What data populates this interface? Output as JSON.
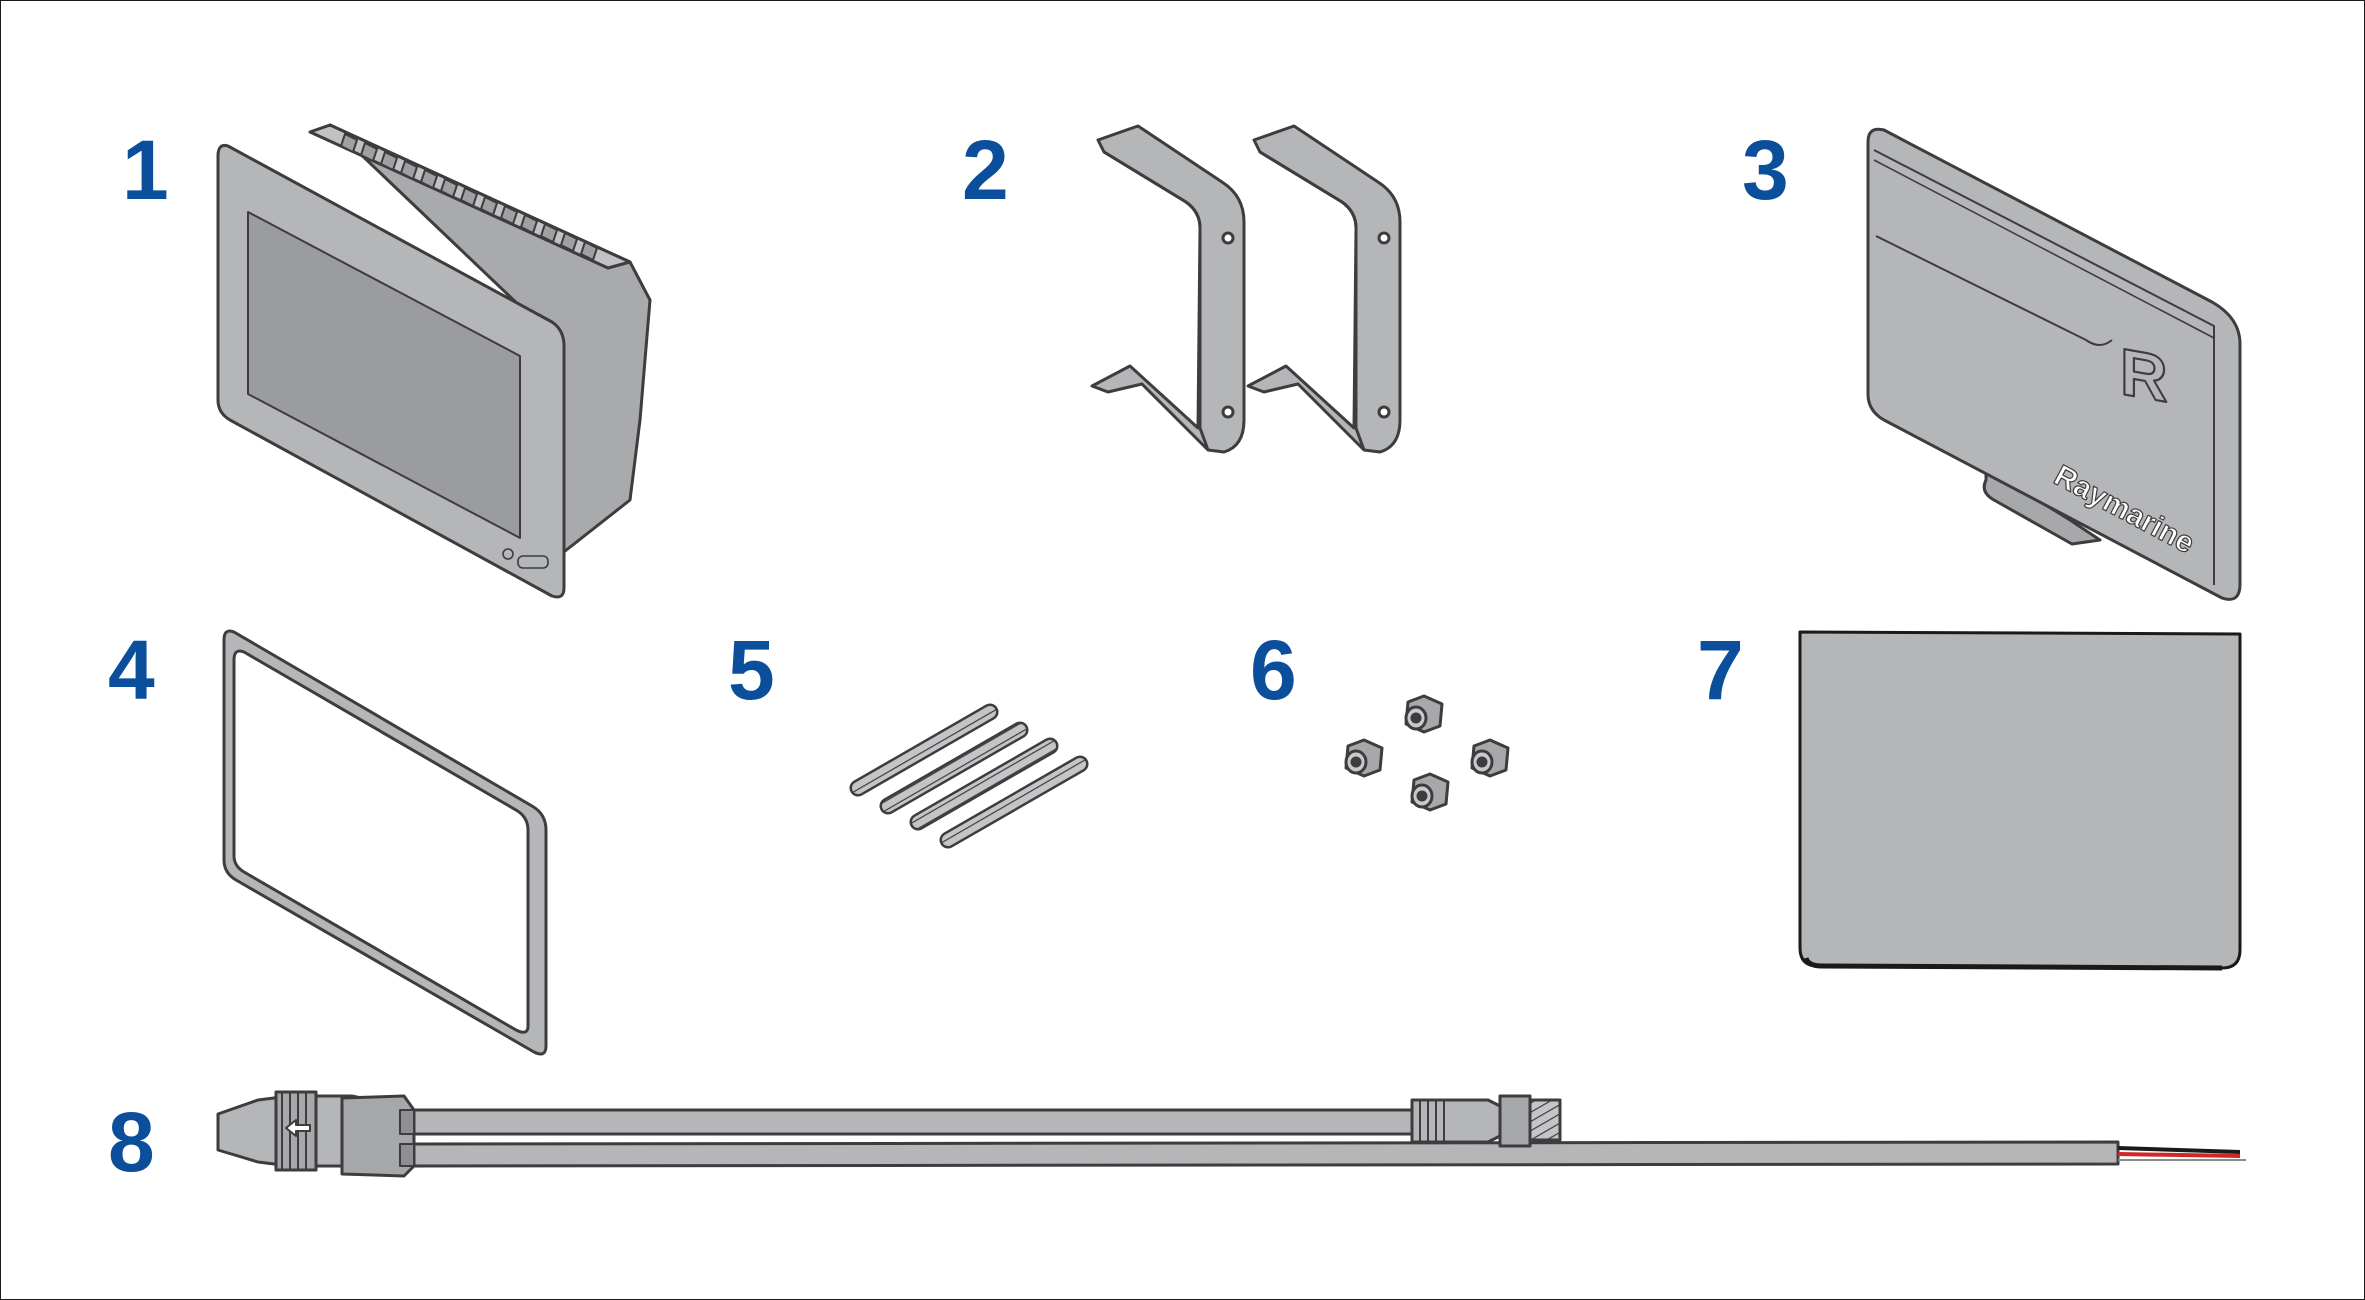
{
  "diagram": {
    "accent_color": "#0b4f9c",
    "part_gray": "#b5b6b8",
    "outline_color": "#3d3d3f",
    "items": [
      {
        "number": "1",
        "icon": "display-unit-icon"
      },
      {
        "number": "2",
        "icon": "mounting-brackets-icon"
      },
      {
        "number": "3",
        "icon": "sun-cover-icon"
      },
      {
        "number": "4",
        "icon": "gasket-icon"
      },
      {
        "number": "5",
        "icon": "threaded-studs-icon"
      },
      {
        "number": "6",
        "icon": "thumb-nuts-icon"
      },
      {
        "number": "7",
        "icon": "cloth-icon"
      },
      {
        "number": "8",
        "icon": "power-cable-icon"
      }
    ],
    "brand_text": "Raymarine",
    "logo_letter": "R"
  }
}
